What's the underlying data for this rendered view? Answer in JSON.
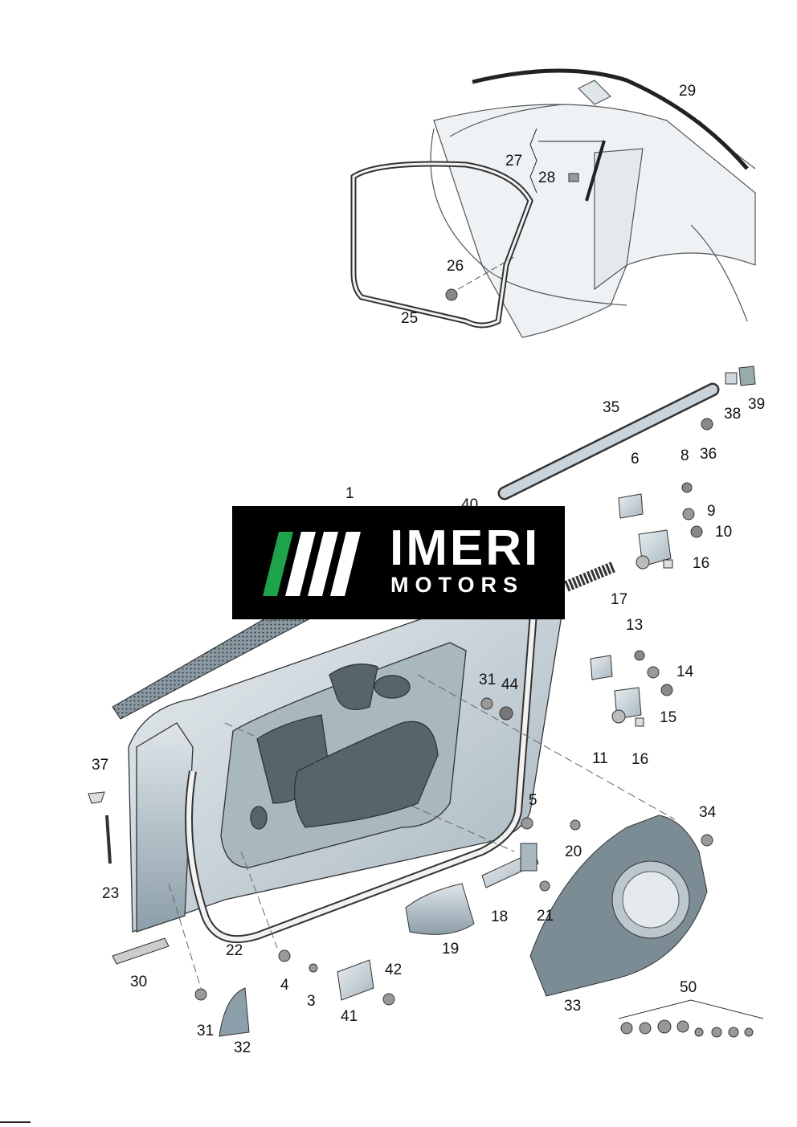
{
  "diagram": {
    "labels": [
      "1",
      "3",
      "4",
      "5",
      "6",
      "8",
      "9",
      "10",
      "11",
      "13",
      "14",
      "15",
      "16",
      "16",
      "17",
      "18",
      "19",
      "20",
      "21",
      "22",
      "23",
      "25",
      "26",
      "27",
      "28",
      "29",
      "30",
      "31",
      "31",
      "32",
      "33",
      "34",
      "35",
      "36",
      "37",
      "38",
      "39",
      "40",
      "41",
      "42",
      "44",
      "50"
    ],
    "colors": {
      "metal": "#d6dfe4",
      "metal_dark": "#9fb0ba",
      "line": "#333333",
      "seal": "#f2f2f2",
      "logo_bg": "#000000",
      "logo_green": "#1fa34a"
    }
  },
  "logo": {
    "main": "IMERI",
    "sub": "MOTORS",
    "icon": "stripes-logo-icon"
  }
}
